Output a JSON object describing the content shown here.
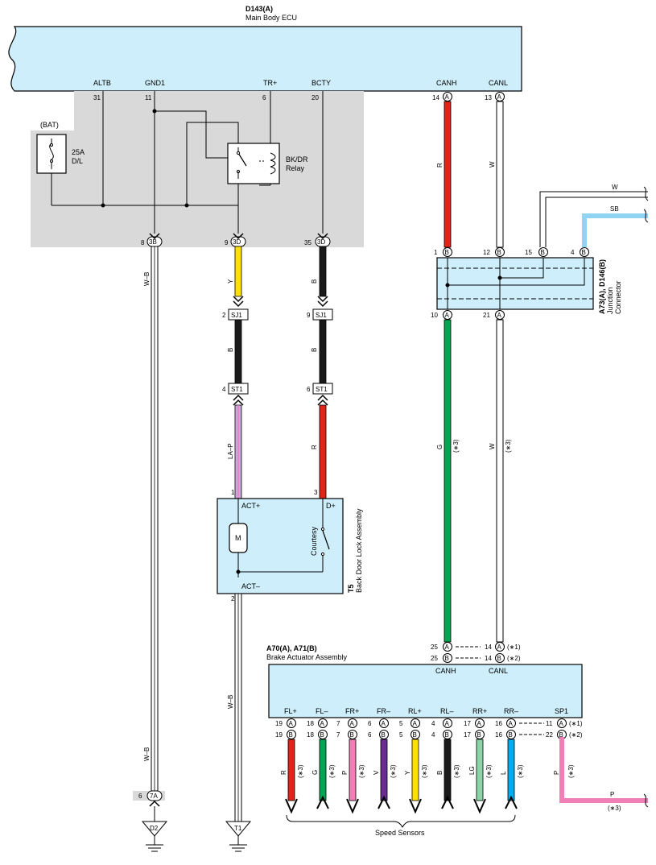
{
  "colors": {
    "ecu_fill": "#cdeefa",
    "shade": "#d9d9d9",
    "red": "#e2231a",
    "black": "#1a1a1a",
    "yellow": "#ffe100",
    "green": "#00a651",
    "pink": "#f07fb8",
    "violet": "#6a2c91",
    "light_green": "#8cd3a5",
    "light_blue": "#00aeef",
    "sky_blue": "#8fd5f3",
    "lavender": "#c9a9df",
    "white": "#ffffff"
  },
  "ecu": {
    "title": "D143(A)",
    "subtitle": "Main Body ECU",
    "terminals": [
      "ALTB",
      "GND1",
      "TR+",
      "BCTY",
      "CANH",
      "CANL"
    ],
    "pins": [
      "31",
      "11",
      "6",
      "20",
      "14",
      "13"
    ],
    "can_conn": "A"
  },
  "fuse": {
    "source": "(BAT)",
    "rating": "25A",
    "name": "D/L"
  },
  "relay": {
    "name_line1": "BK/DR",
    "name_line2": "Relay"
  },
  "ecu_out": {
    "pins": [
      "8",
      "9",
      "35"
    ],
    "conn": "3B",
    "conn_d": "3D"
  },
  "wires": {
    "wb": "W–B",
    "y": "Y",
    "b": "B",
    "r": "R",
    "w": "W",
    "g": "G",
    "lap": "LA–P",
    "sb": "SB",
    "p": "P",
    "v": "V",
    "lg": "LG",
    "l": "L",
    "note3": "(∗3)"
  },
  "splices": {
    "sj1": "SJ1",
    "st1": "ST1",
    "sj1_pins": [
      "2",
      "9"
    ],
    "st1_pins": [
      "4",
      "6"
    ]
  },
  "junction": {
    "title": "A73(A), D146(B)",
    "subtitle_1": "Junction",
    "subtitle_2": "Connector",
    "top_pins": [
      "1",
      "12",
      "15",
      "4"
    ],
    "top_conns": [
      "B",
      "B",
      "B",
      "B"
    ],
    "bottom_pins": [
      "10",
      "21"
    ],
    "bottom_conns": [
      "A",
      "A"
    ]
  },
  "backdoor": {
    "id": "T5",
    "name": "Back Door Lock Assembly",
    "act_plus": "ACT+",
    "act_minus": "ACT–",
    "d_plus": "D+",
    "motor": "M",
    "switch": "Courtesy",
    "pins": [
      "1",
      "3",
      "2"
    ]
  },
  "brake": {
    "title": "A70(A), A71(B)",
    "subtitle": "Brake Actuator Assembly",
    "can_pins_a": [
      "25",
      "14"
    ],
    "can_pins_b": [
      "25",
      "14"
    ],
    "notes": [
      "(∗1)",
      "(∗2)"
    ],
    "canh": "CANH",
    "canl": "CANL",
    "terminals": [
      "FL+",
      "FL–",
      "FR+",
      "FR–",
      "RL+",
      "RL–",
      "RR+",
      "RR–",
      "SP1"
    ],
    "pins_a": [
      "19",
      "18",
      "7",
      "6",
      "5",
      "4",
      "17",
      "16",
      "11"
    ],
    "pins_b": [
      "19",
      "18",
      "7",
      "6",
      "5",
      "4",
      "17",
      "16",
      "22"
    ],
    "wire_labels": [
      "R",
      "G",
      "P",
      "V",
      "Y",
      "B",
      "LG",
      "L",
      "P"
    ],
    "group_label": "Speed Sensors"
  },
  "grounds": {
    "d2_conn_pin": "6",
    "d2_conn": "7A",
    "d2": "D2",
    "t1": "T1"
  }
}
